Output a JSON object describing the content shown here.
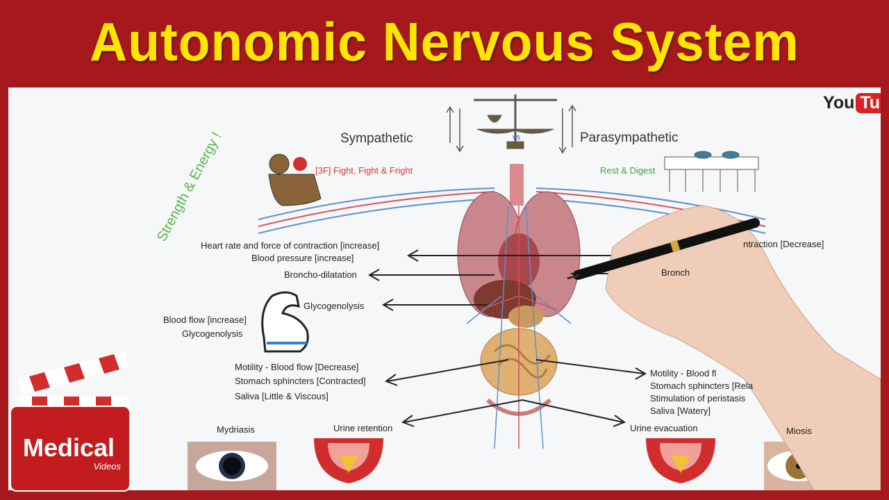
{
  "title": "Autonomic Nervous System",
  "brand": {
    "youtube_you": "You",
    "youtube_tube": "Tube",
    "logo_main": "Medical",
    "logo_sub": "Videos"
  },
  "left_header": {
    "label": "Sympathetic",
    "tagline": "[3F] Fight, Fight & Fright"
  },
  "right_header": {
    "label": "Parasympathetic",
    "tagline": "Rest & Digest"
  },
  "balance_vs": "vs",
  "diagonal_text": "Strength & Energy !",
  "left_effects": {
    "heart_1": "Heart rate and force of contraction [increase]",
    "heart_2": "Blood pressure [increase]",
    "bronchi": "Broncho-dilatation",
    "liver": "Glycogenolysis",
    "muscle_1": "Blood flow [increase]",
    "muscle_2": "Glycogenolysis",
    "gut_1": "Motility - Blood flow [Decrease]",
    "gut_2": "Stomach sphincters [Contracted]",
    "gut_3": "Saliva [Little & Viscous]",
    "bladder": "Urine retention",
    "eye": "Mydriasis"
  },
  "right_effects": {
    "heart": "ntraction [Decrease]",
    "bronchi": "Bronch",
    "gut_1": "Motility - Blood fl",
    "gut_2": "Stomach sphincters [Rela",
    "gut_3": "Stimulation of peristasis",
    "gut_4": "Saliva [Watery]",
    "bladder": "Urine evacuation",
    "eye": "Miosis"
  },
  "colors": {
    "banner": "#a5181b",
    "title": "#ffe600",
    "board": "#f6f7f8",
    "artery": "#d9505a",
    "vein": "#5a8fd0"
  }
}
